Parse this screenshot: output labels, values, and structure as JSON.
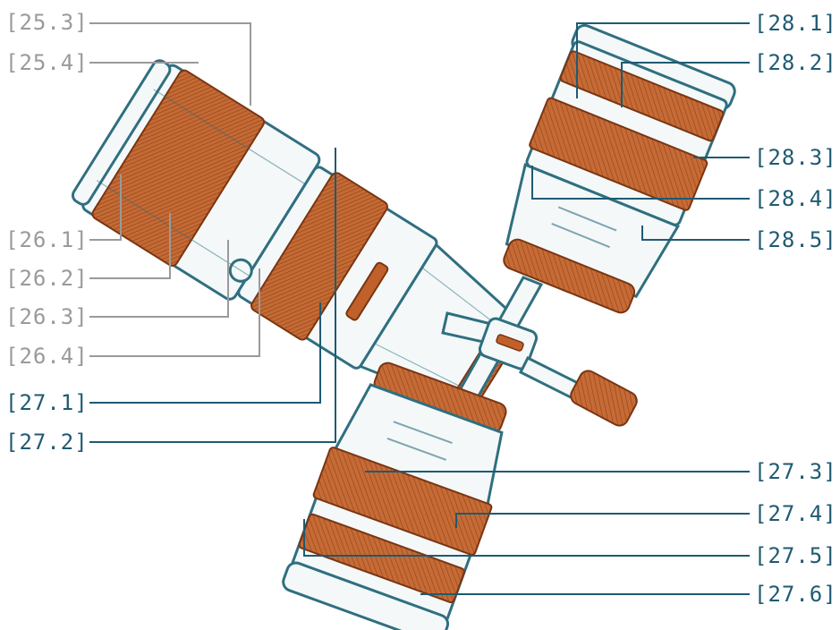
{
  "labels": {
    "l25_3": "[25.3]",
    "l25_4": "[25.4]",
    "l26_1": "[26.1]",
    "l26_2": "[26.2]",
    "l26_3": "[26.3]",
    "l26_4": "[26.4]",
    "l27_1": "[27.1]",
    "l27_2": "[27.2]",
    "l28_1": "[28.1]",
    "l28_2": "[28.2]",
    "l28_3": "[28.3]",
    "l28_4": "[28.4]",
    "l28_5": "[28.5]",
    "l27_3": "[27.3]",
    "l27_4": "[27.4]",
    "l27_5": "[27.5]",
    "l27_6": "[27.6]"
  },
  "colors": {
    "leader_gray": "#9a9a9a",
    "leader_teal": "#1f5a72",
    "ring_orange": "#c0602a",
    "ring_orange_dark": "#8e3f18",
    "lens_outline": "#2f6f80",
    "lens_body": "#f4f8f9"
  }
}
